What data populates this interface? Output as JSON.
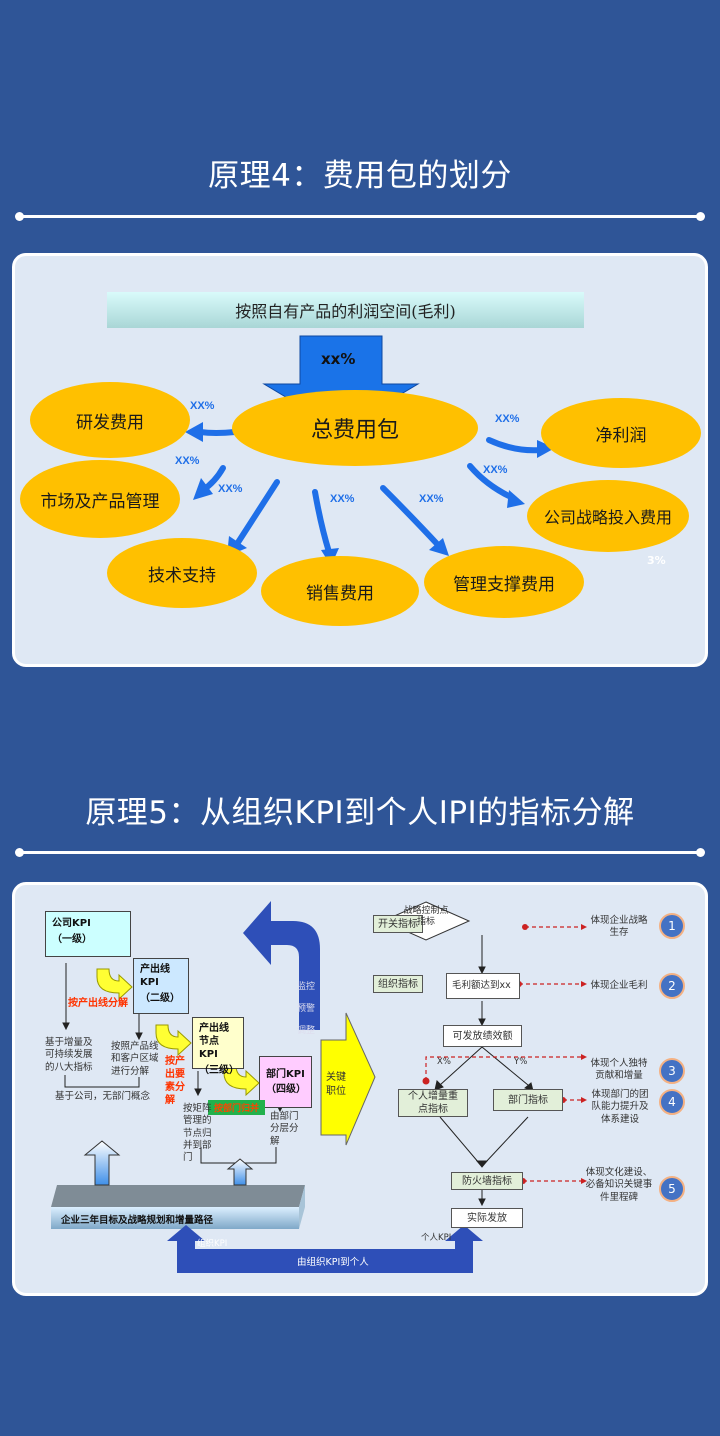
{
  "section4": {
    "title": "原理4：费用包的划分",
    "header_bar": "按照自有产品的利润空间(毛利)",
    "down_arrow_label": "xx%",
    "center": "总费用包",
    "nodes": [
      {
        "label": "研发费用",
        "pct": "XX%"
      },
      {
        "label": "市场及产品管理",
        "pct": "XX%"
      },
      {
        "label": "技术支持",
        "pct": "XX%"
      },
      {
        "label": "销售费用",
        "pct": "XX%"
      },
      {
        "label": "管理支撑费用",
        "pct": "XX%"
      },
      {
        "label": "净利润",
        "pct": "XX%"
      },
      {
        "label": "公司战略投入费用",
        "pct": "XX%"
      }
    ],
    "footnote": "3%"
  },
  "section5": {
    "title": "原理5：从组织KPI到个人IPI的指标分解",
    "left": {
      "company_kpi": {
        "title": "公司KPI",
        "level": "（一级）"
      },
      "line_kpi": {
        "title": "产出线KPI",
        "level": "（二级）"
      },
      "node_kpi": {
        "title": "产出线节点KPI",
        "level": "（三级）"
      },
      "dept_kpi": {
        "title": "部门KPI",
        "level": "（四级）"
      },
      "split_by_line": "按产出线分解",
      "split_by_element": "按产出要素分解",
      "merge_by_dept": "按部门归并",
      "note_company": "基于增量及可持续发展的八大指标",
      "note_line": "按照产品线和客户区域进行分解",
      "note_company_scope": "基于公司，无部门概念",
      "note_matrix": "按矩阵管理的节点归并到部门",
      "note_dept": "由部门分层分解",
      "feedback_labels": [
        "监控",
        "预警",
        "调整"
      ],
      "key_position": "关键职位",
      "base_bar": "企业三年目标及战略规划和增量路径",
      "org_kpi": "组织KPI",
      "personal_kpi": "个人KPI",
      "bottom_arrow": "由组织KPI到个人"
    },
    "flow": {
      "switch_label": "开关指标",
      "diamond": "战略控制点指标",
      "org_label": "组织指标",
      "gross_box": "毛利额达到xx",
      "bonus_box": "可发放绩效额",
      "x_pct": "X%",
      "y_pct": "Y%",
      "personal_box": "个人增量重点指标",
      "dept_box": "部门指标",
      "firewall_box": "防火墙指标",
      "payout_box": "实际发放"
    },
    "outcomes": [
      {
        "num": "1",
        "text": "体现企业战略生存"
      },
      {
        "num": "2",
        "text": "体现企业毛利"
      },
      {
        "num": "3",
        "text": "体现个人独特贡献和增量"
      },
      {
        "num": "4",
        "text": "体现部门的团队能力提升及体系建设"
      },
      {
        "num": "5",
        "text": "体现文化建设、必备知识关键事件里程碑"
      }
    ]
  }
}
